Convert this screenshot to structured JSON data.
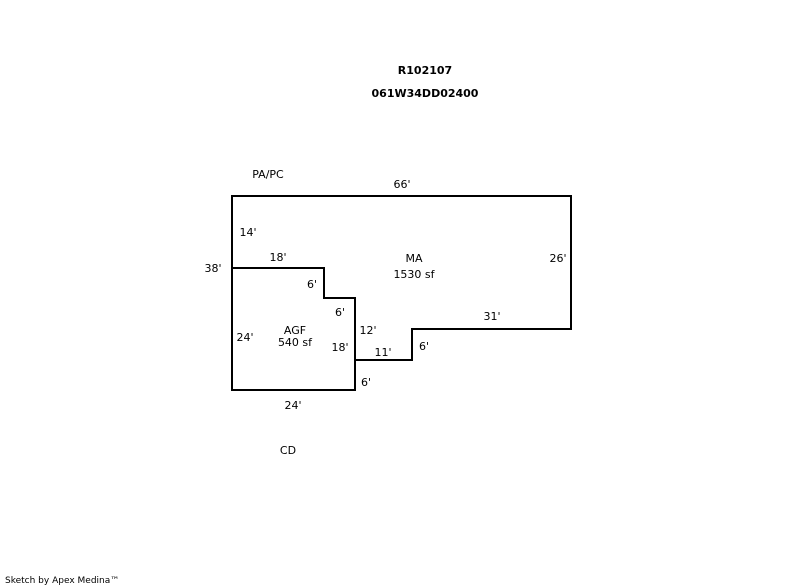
{
  "header": {
    "parcel_id": "R102107",
    "map_number": "061W34DD02400"
  },
  "areas": {
    "ma": {
      "name": "MA",
      "size": "1530 sf"
    },
    "agf": {
      "name": "AGF",
      "size": "540 sf"
    }
  },
  "labels": {
    "pa_pc": "PA/PC",
    "cd": "CD"
  },
  "dimensions": {
    "ma_top": "66'",
    "ma_right": "26'",
    "ma_bottom_right": "31'",
    "ma_step_right": "6'",
    "ma_bottom_mid": "11'",
    "ma_step_mid": "12'",
    "ma_left_total": "38'",
    "ma_left_upper": "14'",
    "agf_top": "18'",
    "agf_step_upper": "6'",
    "agf_step_horizontal": "6'",
    "agf_right": "18'",
    "agf_bottom_step": "6'",
    "agf_left": "24'",
    "agf_bottom": "24'"
  },
  "footer": {
    "credit": "Sketch by Apex Medina™"
  }
}
